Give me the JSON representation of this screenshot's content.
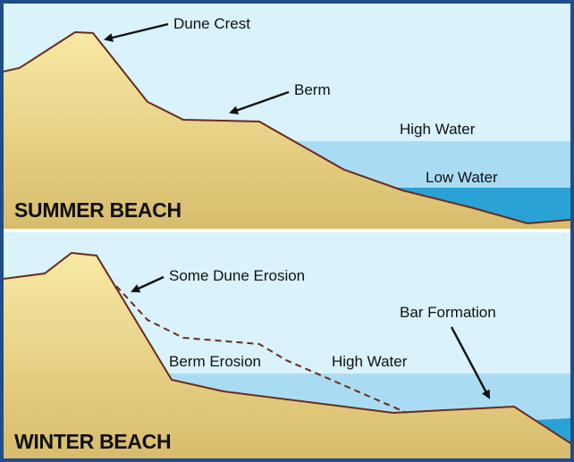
{
  "panels": {
    "summer": {
      "title": "SUMMER BEACH",
      "labels": {
        "dune_crest": "Dune Crest",
        "berm": "Berm",
        "high_water": "High Water",
        "low_water": "Low Water"
      }
    },
    "winter": {
      "title": "WINTER BEACH",
      "labels": {
        "dune_erosion": "Some Dune Erosion",
        "bar_formation": "Bar Formation",
        "berm_erosion": "Berm Erosion",
        "high_water": "High Water"
      }
    }
  },
  "colors": {
    "sky": "#d9f2fb",
    "high_water_band": "#a9dcf2",
    "low_water_band": "#2aa2d6",
    "sand_top": "#f7e9a4",
    "sand_bottom": "#d8bc6c",
    "outline": "#6b2a18",
    "frame": "#1f4d8c"
  }
}
